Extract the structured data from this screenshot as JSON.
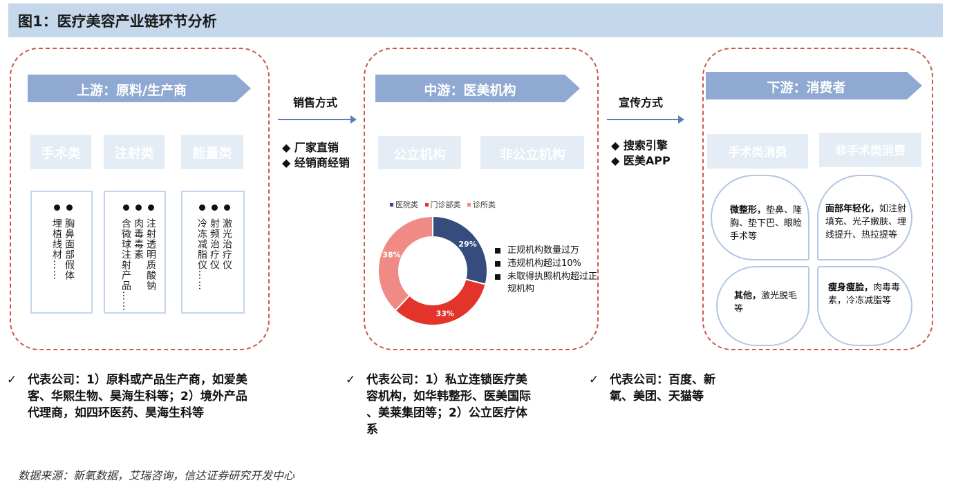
{
  "title": "图1：医疗美容产业链环节分析",
  "upstream": {
    "header": "上游：原料/生产商",
    "categories": [
      "手术类",
      "注射类",
      "能量类"
    ],
    "lists": [
      [
        "胸鼻面部假体",
        "埋植线材……"
      ],
      [
        "注射透明质酸钠",
        "肉毒毒素",
        "含微球注射产品……"
      ],
      [
        "激光治疗仪",
        "射频治疗仪",
        "冷冻减脂仪……"
      ]
    ]
  },
  "flow1": {
    "label": "销售方式",
    "items": [
      "◆ 厂家直销",
      "◆ 经销商经销"
    ]
  },
  "midstream": {
    "header": "中游：医美机构",
    "categories": [
      "公立机构",
      "非公立机构"
    ],
    "notes": [
      "正规机构数量过万",
      "违规机构超过10%",
      "未取得执照机构超过正规机构"
    ]
  },
  "flow2": {
    "label": "宣传方式",
    "items": [
      "◆ 搜索引擎",
      "◆ 医美APP"
    ]
  },
  "downstream": {
    "header": "下游：消费者",
    "categories": [
      "手术类消费",
      "非手术类消费"
    ],
    "bubbles": [
      {
        "bold": "微整形，",
        "rest": "垫鼻、隆胸、垫下巴、眼睑手术等"
      },
      {
        "bold": "面部年轻化，",
        "rest": "如注射填充、光子嫩肤、埋线提升、热拉提等"
      },
      {
        "bold": "其他，",
        "rest": "激光脱毛等"
      },
      {
        "bold": "瘦身瘦脸，",
        "rest": "肉毒毒素，冷冻减脂等"
      }
    ]
  },
  "chart_data": {
    "type": "pie",
    "donut": true,
    "legend_position": "top",
    "categories": [
      "医院类",
      "门诊部类",
      "诊所类"
    ],
    "values": [
      29,
      33,
      38
    ],
    "labels": [
      "29%",
      "33%",
      "38%"
    ],
    "colors": [
      "#354c7c",
      "#e2342a",
      "#ef8a85"
    ]
  },
  "representatives": {
    "check": "✓",
    "up": [
      "代表公司：1）原料或产品生产商，如爱美",
      "客、华熙生物、昊海生科等；2）境外产品",
      "代理商，如四环医药、昊海生科等"
    ],
    "mid": [
      "代表公司：1）私立连锁医疗美",
      "容机构，如华韩整形、医美国际",
      "、美莱集团等；2）公立医疗体",
      "系"
    ],
    "down": [
      "代表公司：百度、新",
      "氧、美团、天猫等"
    ]
  },
  "source": "数据来源：新氧数据，艾瑞咨询，信达证券研究开发中心"
}
